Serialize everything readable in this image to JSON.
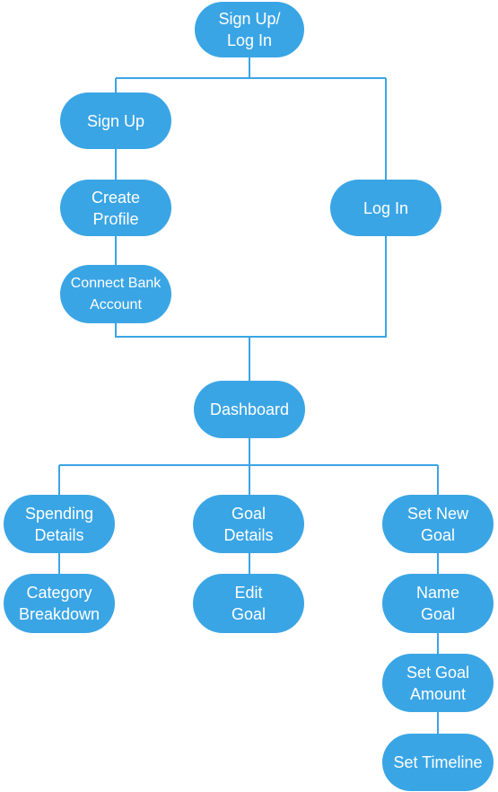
{
  "diagram": {
    "colors": {
      "node_fill": "#3aa5e5",
      "node_text": "#ffffff",
      "connector": "#3aa5e5"
    },
    "nodes": {
      "signup_login": "Sign Up/\nLog In",
      "signup": "Sign Up",
      "create_profile": "Create\nProfile",
      "connect_bank": "Connect Bank\nAccount",
      "login": "Log In",
      "dashboard": "Dashboard",
      "spending_details": "Spending\nDetails",
      "category_breakdown": "Category\nBreakdown",
      "goal_details": "Goal\nDetails",
      "edit_goal": "Edit\nGoal",
      "set_new_goal": "Set New\nGoal",
      "name_goal": "Name\nGoal",
      "set_goal_amount": "Set Goal\nAmount",
      "set_timeline": "Set Timeline"
    }
  }
}
